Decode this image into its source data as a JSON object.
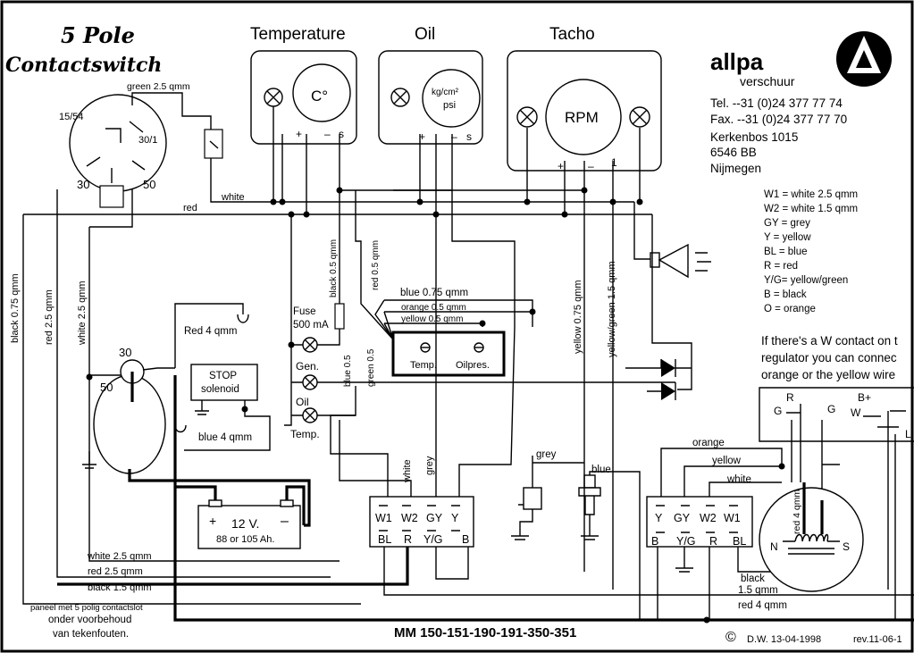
{
  "title": {
    "line1": "5 Pole",
    "line2": "Contactswitch"
  },
  "gauges": {
    "temperature": {
      "title": "Temperature",
      "unit": "C°",
      "plus": "+",
      "minus": "–",
      "s": "s"
    },
    "oil": {
      "title": "Oil",
      "unit1": "kg/cm²",
      "unit2": "psi",
      "plus": "+",
      "minus": "–",
      "s": "s"
    },
    "tacho": {
      "title": "Tacho",
      "unit": "RPM",
      "plus": "+",
      "minus": "–",
      "one": "1"
    }
  },
  "company": {
    "name": "allpa",
    "sub": "verschuur",
    "tel": "Tel.  --31 (0)24 377 77 74",
    "fax": "Fax. --31 (0)24 377 77 70",
    "address1": "Kerkenbos 1015",
    "address2": "6546 BB",
    "city": "Nijmegen"
  },
  "legend": [
    "W1 = white 2.5 qmm",
    "W2 = white 1.5 qmm",
    "GY = grey",
    "Y   =  yellow",
    "BL = blue",
    "R   = red",
    "Y/G= yellow/green",
    "B   = black",
    "O  =  orange"
  ],
  "note": [
    "If there's a W contact on t",
    "regulator you can connec",
    "orange or the yellow wire"
  ],
  "switch": {
    "t1554": "15/54",
    "t301": "30/1",
    "t30": "30",
    "t15": "15",
    "t50": "50"
  },
  "wires": {
    "green_top": "green 2.5 qmm",
    "white": "white",
    "red": "red",
    "black_left": "black 0.75 qmm",
    "red_left": "red 2.5 qmm",
    "white_left": "white 2.5 qmm",
    "black_mid": "black 0.5 qmm",
    "red_mid": "red 0.5 qmm",
    "blue_075": "blue 0.75 qmm",
    "orange_05": "orange 0.5 qmm",
    "yellow_05": "yellow 0.5 qmm",
    "blue_05": "blue 0.5",
    "green_05": "green 0.5",
    "yellow_075": "yellow 0.75 qmm",
    "yg_15": "yellow/green 1.5 qmm",
    "red_4": "Red 4 qmm",
    "blue_4": "blue 4 qmm",
    "white_v": "white",
    "grey_v": "grey",
    "grey_h": "grey",
    "blue_h": "blue",
    "orange_h": "orange",
    "yellow_h": "yellow",
    "white_h": "white",
    "white_bottom": "white 2.5 qmm",
    "red_bottom": "red 2.5 qmm",
    "black_bottom": "black 1.5 qmm",
    "red4_alt": "red 4 qmm",
    "black_alt": "black",
    "black_alt2": "1.5 qmm",
    "red4_bottom": "red 4 qmm"
  },
  "fuse": {
    "label1": "Fuse",
    "label2": "500 mA"
  },
  "lamps": {
    "gen": "Gen.",
    "oil": "Oil",
    "temp": "Temp."
  },
  "warning": {
    "temp": "Temp.",
    "oil": "Oilpres."
  },
  "stop": {
    "l1": "STOP",
    "l2": "solenoid"
  },
  "starter": {
    "t30": "30",
    "t50": "50"
  },
  "battery": {
    "plus": "+",
    "label": "12 V.",
    "minus": "–",
    "cap": "88 or 105 Ah."
  },
  "connector1": {
    "top": [
      "W1",
      "W2",
      "GY",
      "Y"
    ],
    "bottom": [
      "BL",
      "R",
      "Y/G",
      "B"
    ]
  },
  "connector2": {
    "top": [
      "Y",
      "GY",
      "W2",
      "W1"
    ],
    "bottom": [
      "B",
      "Y/G",
      "R",
      "BL"
    ]
  },
  "regulator": {
    "g1": "G",
    "r": "R",
    "g2": "G",
    "bplus": "B+",
    "w": "W",
    "l": "L"
  },
  "alternator": {
    "n": "N",
    "s": "S"
  },
  "footer": {
    "panel1": "paneel met  5 polig contactslot",
    "panel2": "onder voorbehoud",
    "panel3": "van tekenfouten.",
    "models": "MM 150-151-190-191-350-351",
    "copyright": "©",
    "author": "D.W. 13-04-1998",
    "rev": "rev.11-06-1"
  }
}
